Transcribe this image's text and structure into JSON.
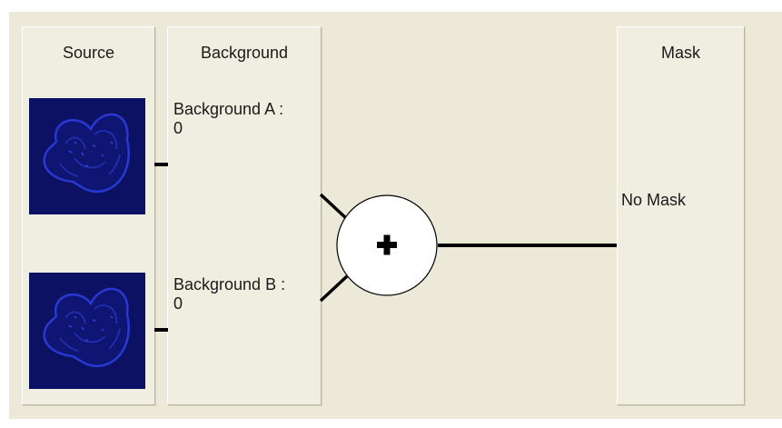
{
  "source": {
    "title": "Source",
    "thumbnails": [
      "source-image-a",
      "source-image-b"
    ]
  },
  "background": {
    "title": "Background",
    "a_label": "Background A :",
    "a_value": "0",
    "b_label": "Background B :",
    "b_value": "0"
  },
  "operator": {
    "symbol": "+",
    "icon": "plus-icon"
  },
  "mask": {
    "title": "Mask",
    "value": "No Mask"
  },
  "colors": {
    "panel_bg": "#ece9d8",
    "image_bg": "#0c1163",
    "cell_outline": "#2a3ad8",
    "wire": "#000000"
  }
}
